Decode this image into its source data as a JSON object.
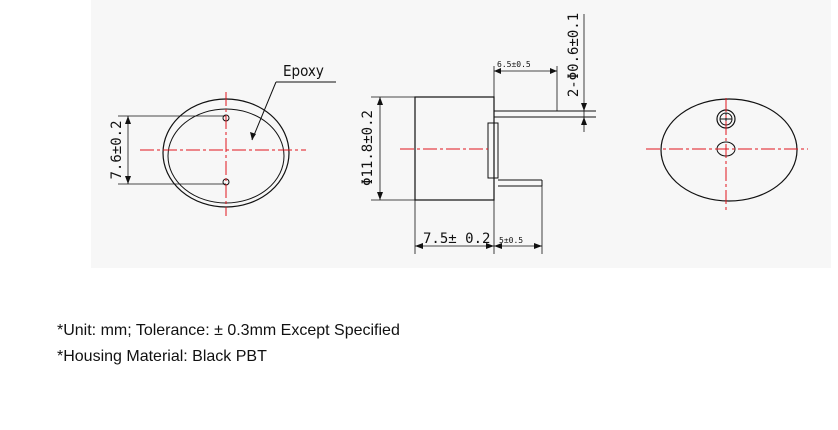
{
  "drawing": {
    "epoxy_label": "Epoxy",
    "front_height_dim": "7.6±0.2",
    "body_diameter_dim": "Φ11.8±0.2",
    "body_length_dim": "7.5± 0.2",
    "pin_spacing_dim": "6.5±0.5",
    "pin_length_dim": "5±0.5",
    "pin_diameter_dim": "2-Φ0.6±0.1",
    "line_color": "#111111",
    "centerline_color": "#e0141e"
  },
  "notes": {
    "unit": "*Unit: mm; Tolerance:  ± 0.3mm Except Specified",
    "material": "*Housing Material: Black PBT"
  }
}
